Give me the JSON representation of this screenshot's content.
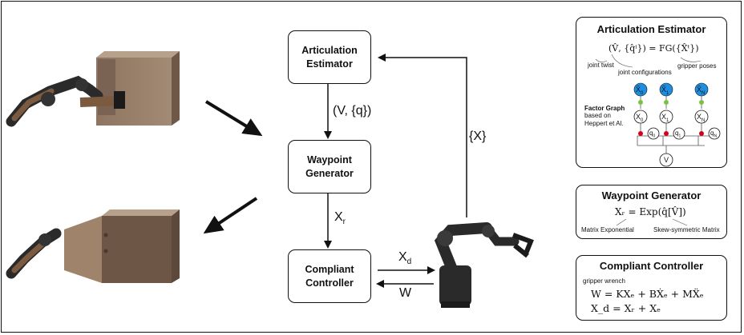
{
  "flow": {
    "articulation_estimator": "Articulation\nEstimator",
    "waypoint_generator": "Waypoint\nGenerator",
    "compliant_controller": "Compliant\nController",
    "label_v_q": "(V, {q})",
    "label_x": "{X}",
    "label_xr_main": "X",
    "label_xr_sub": "r",
    "label_xd_main": "X",
    "label_xd_sub": "d",
    "label_w": "W"
  },
  "panels": {
    "articulation": {
      "title": "Articulation Estimator",
      "equation": "(V̂, {q̂ⁱ}) = FG({X̂ᵗ})",
      "joint_twist": "joint twist",
      "joint_configurations": "joint configurations",
      "gripper_poses": "gripper poses",
      "factor_graph_title": "Factor Graph",
      "factor_graph_note": "based on\nHeppert et Al.",
      "nodes_top": [
        "X̂",
        "X̂",
        "X̂"
      ],
      "nodes_top_sub": [
        "0",
        "1",
        "N"
      ],
      "nodes_mid": [
        "X",
        "X",
        "X"
      ],
      "nodes_mid_sub": [
        "0",
        "1",
        "N"
      ],
      "nodes_q": [
        "q",
        "q",
        "q"
      ],
      "nodes_q_sub": [
        "0",
        "1",
        "N"
      ],
      "node_v": "V"
    },
    "waypoint": {
      "title": "Waypoint Generator",
      "equation": "Xᵣ = Exp(q̂[V̂])",
      "matrix_exponential": "Matrix Exponential",
      "skew_symmetric": "Skew-symmetric Matrix"
    },
    "compliant": {
      "title": "Compliant Controller",
      "gripper_wrench": "gripper wrench",
      "equation1": "W = KXₑ + BẊₑ + MẌₑ",
      "equation2": "X_d = Xᵣ + Xₑ"
    }
  },
  "colors": {
    "node_blue": "#1d8fe1",
    "factor_green": "#7cc242",
    "factor_red": "#d0021b",
    "cabinet": "#9a7a62",
    "robot": "#2a2a2a",
    "robot_wood": "#7b5a3f"
  }
}
